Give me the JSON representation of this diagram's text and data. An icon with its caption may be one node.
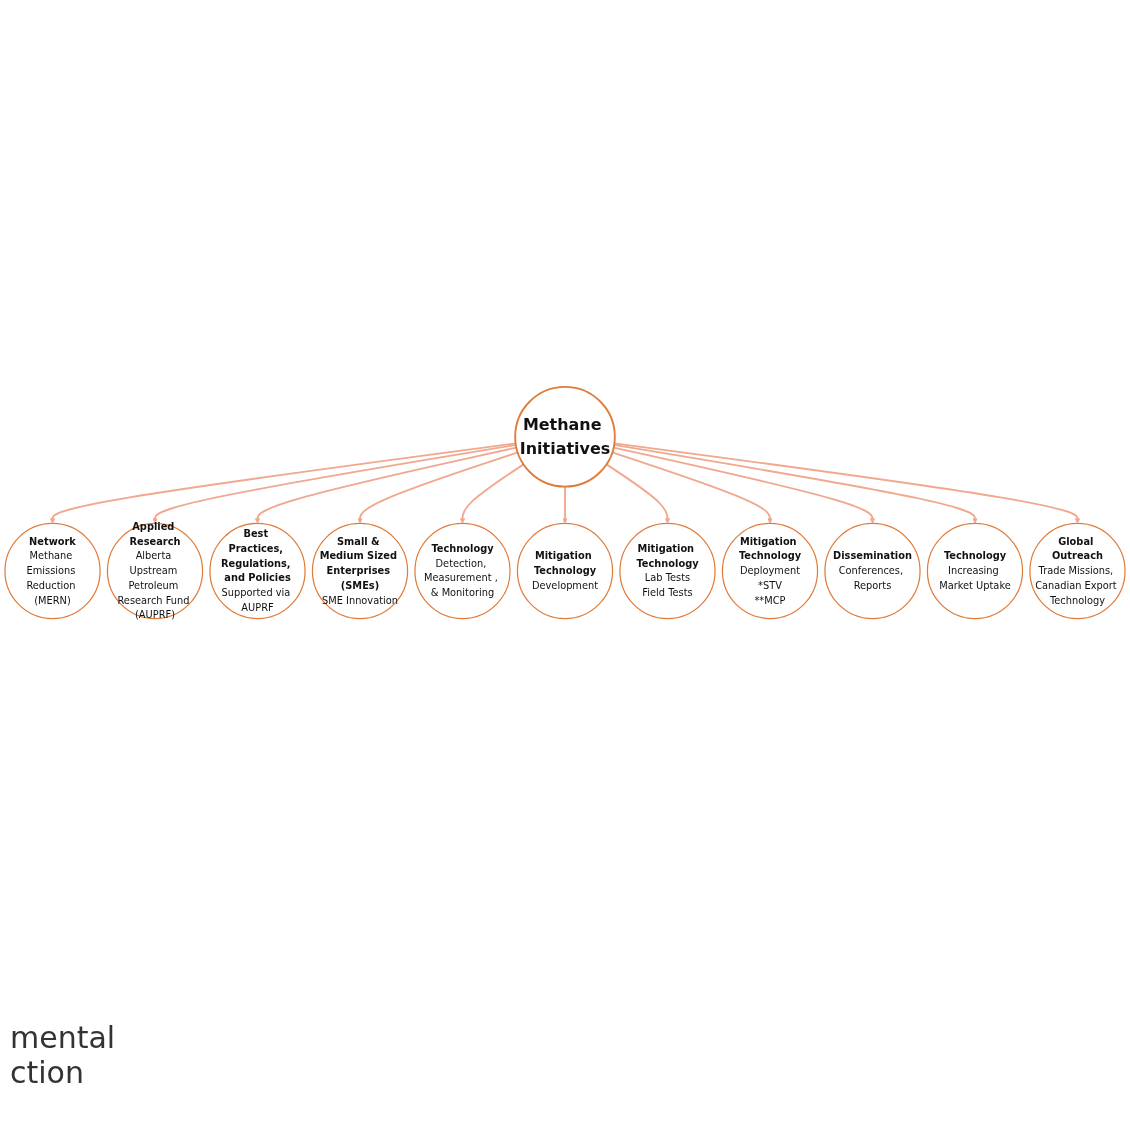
{
  "diagram": {
    "nodes": [
      {
        "text": [
          "Methane Initiatives"
        ]
      },
      {
        "text": [
          "Network",
          "Methane Emissions Reduction (MERN)"
        ]
      },
      {
        "text": [
          "Applied Research",
          "Alberta Upstream Petroleum Research Fund (AUPRF)"
        ]
      },
      {
        "text": [
          "Best Practices, Regulations, and Policies",
          "Supported via AUPRF"
        ]
      },
      {
        "text": [
          "Small & Medium Sized Enterprises (SMEs)",
          "SME Innovation"
        ]
      },
      {
        "text": [
          "Technology",
          "Detection, Measurement , & Monitoring"
        ]
      },
      {
        "text": [
          "Mitigation Technology",
          "Development"
        ]
      },
      {
        "text": [
          "Mitigation Technology",
          "Lab Tests",
          "Field Tests"
        ]
      },
      {
        "text": [
          "Mitigation Technology",
          "Deployment",
          "*STV",
          "**MCP"
        ]
      },
      {
        "text": [
          "Dissemination",
          "Conferences, Reports"
        ]
      },
      {
        "text": [
          "Technology",
          "Increasing Market Uptake"
        ]
      },
      {
        "text": [
          "Global Outreach",
          "Trade Missions, Canadian Export Technology"
        ]
      }
    ],
    "edges": [
      {
        "from": 0,
        "to": 1,
        "arrow": "to"
      },
      {
        "from": 0,
        "to": 2,
        "arrow": "to"
      },
      {
        "from": 0,
        "to": 3,
        "arrow": "to"
      },
      {
        "from": 0,
        "to": 4,
        "arrow": "to"
      },
      {
        "from": 0,
        "to": 5,
        "arrow": "to"
      },
      {
        "from": 0,
        "to": 6,
        "arrow": "to"
      },
      {
        "from": 0,
        "to": 7,
        "arrow": "to"
      },
      {
        "from": 0,
        "to": 8,
        "arrow": "to"
      },
      {
        "from": 0,
        "to": 9,
        "arrow": "to"
      },
      {
        "from": 0,
        "to": 10,
        "arrow": "to"
      },
      {
        "from": 0,
        "to": 11,
        "arrow": "to"
      }
    ],
    "labels": [
      "mental",
      "ction"
    ]
  }
}
